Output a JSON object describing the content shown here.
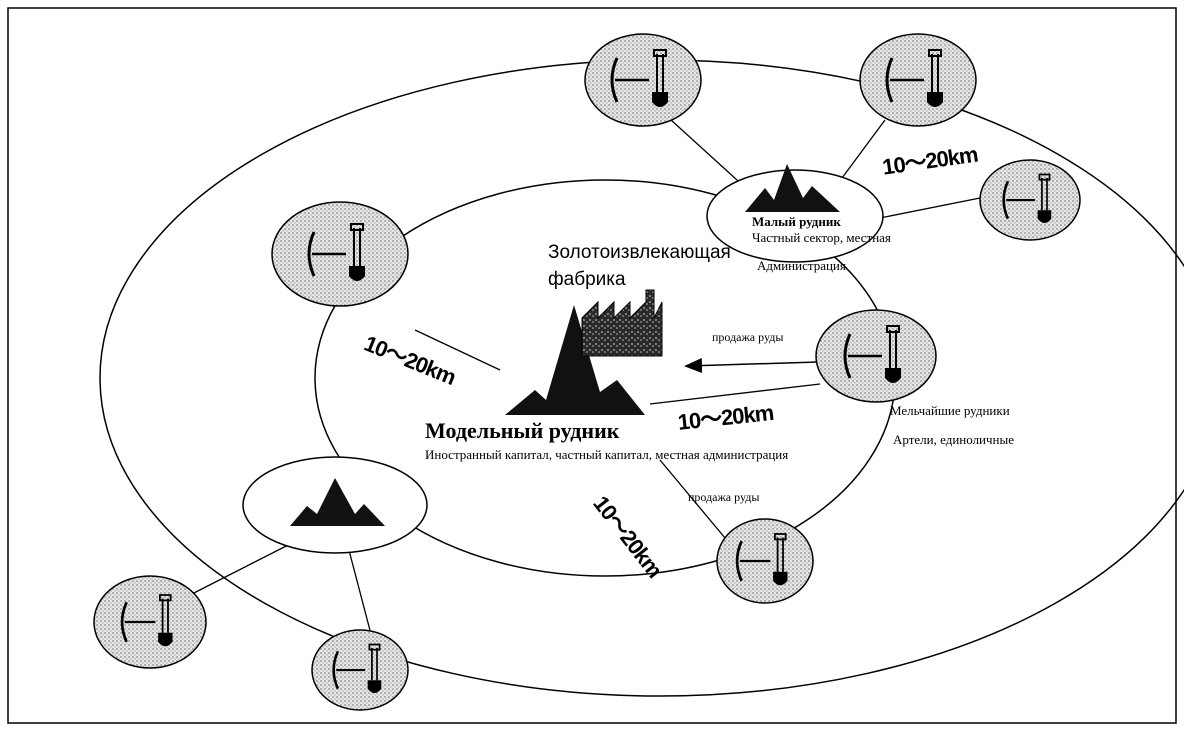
{
  "diagram": {
    "factory_label_line1": "Золотоизвлекающая",
    "factory_label_line2": "фабрика",
    "model_mine_title": "Модельный рудник",
    "model_mine_subtitle": "Иностранный капитал, частный капитал, местная администрация",
    "small_mine_title": "Малый рудник",
    "small_mine_line2": "Частный сектор, местная",
    "small_mine_line3": "Администрация",
    "tiny_mines_title": "Мельчайшие рудники",
    "tiny_mines_line2": "Артели, единоличные",
    "ore_sale_1": "продажа руды",
    "ore_sale_2": "продажа руды",
    "distance_1": "10～20km",
    "distance_2": "10～20km",
    "distance_3": "10～20km",
    "distance_4": "10～20km",
    "colors": {
      "line": "#000000",
      "ellipse_fill": "#d4d4d4",
      "mountain": "#111111"
    },
    "icon_names": [
      "mountain-icon",
      "factory-icon",
      "pickaxe-shovel-icon"
    ]
  }
}
